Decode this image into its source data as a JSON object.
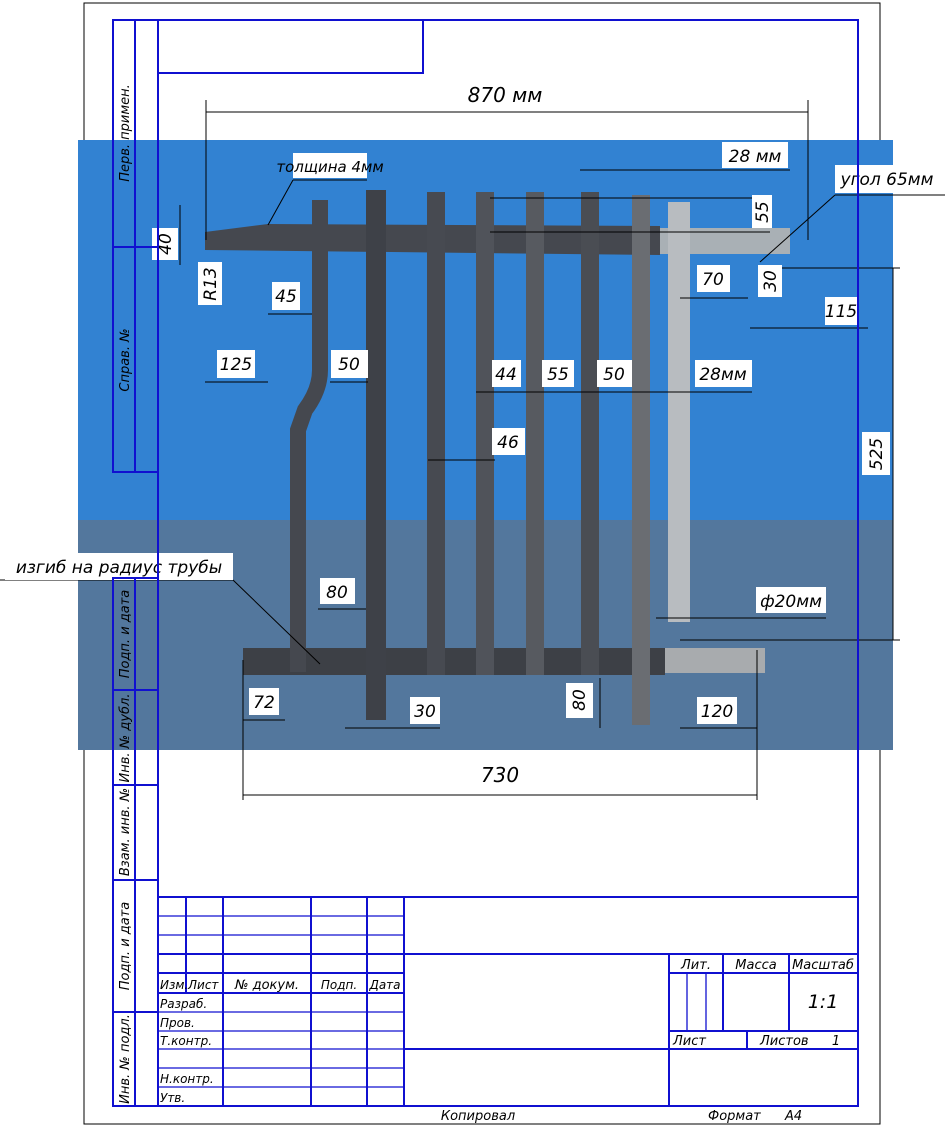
{
  "drawing": {
    "dimensions": {
      "overall_width": "870 мм",
      "bottom_width": "730",
      "thickness_note": "толщина 4мм",
      "top_spacing": "28 мм",
      "angle_note": "угол 65мм",
      "bar_height": "40",
      "radius": "R13",
      "d45": "45",
      "d55_vert": "55",
      "d30_vert": "30",
      "d70": "70",
      "d115": "115",
      "d125": "125",
      "d50_a": "50",
      "d44": "44",
      "d55": "55",
      "d50_b": "50",
      "d28mm": "28мм",
      "d46": "46",
      "height_525": "525",
      "bend_note": "изгиб на радиус трубы",
      "d80_a": "80",
      "pipe_diameter": "ф20мм",
      "d72": "72",
      "d30": "30",
      "d80_vert": "80",
      "d120": "120"
    },
    "colors": {
      "frame": "#1010d0",
      "photo_bg": "#2f7fd0",
      "metal": "#45484f"
    }
  },
  "side_strip": {
    "perv_primen": "Перв. примен.",
    "sprav_no": "Справ. №",
    "podp_data_1": "Подп. и дата",
    "inv_dubl": "Инв. № дубл.",
    "vzam_inv": "Взам. инв. №",
    "podp_data_2": "Подп. и дата",
    "inv_podl": "Инв. № подл."
  },
  "title_block": {
    "headers": [
      "Изм.",
      "Лист",
      "№ докум.",
      "Подп.",
      "Дата"
    ],
    "roles": [
      "Разраб.",
      "Пров.",
      "Т.контр.",
      "Н.контр.",
      "Утв."
    ],
    "lit": "Лит.",
    "massa": "Масса",
    "masshtab": "Масштаб",
    "scale": "1:1",
    "list": "Лист",
    "listov": "Листов",
    "listov_value": "1",
    "kopiroval": "Копировал",
    "format_label": "Формат",
    "format_value": "A4"
  }
}
